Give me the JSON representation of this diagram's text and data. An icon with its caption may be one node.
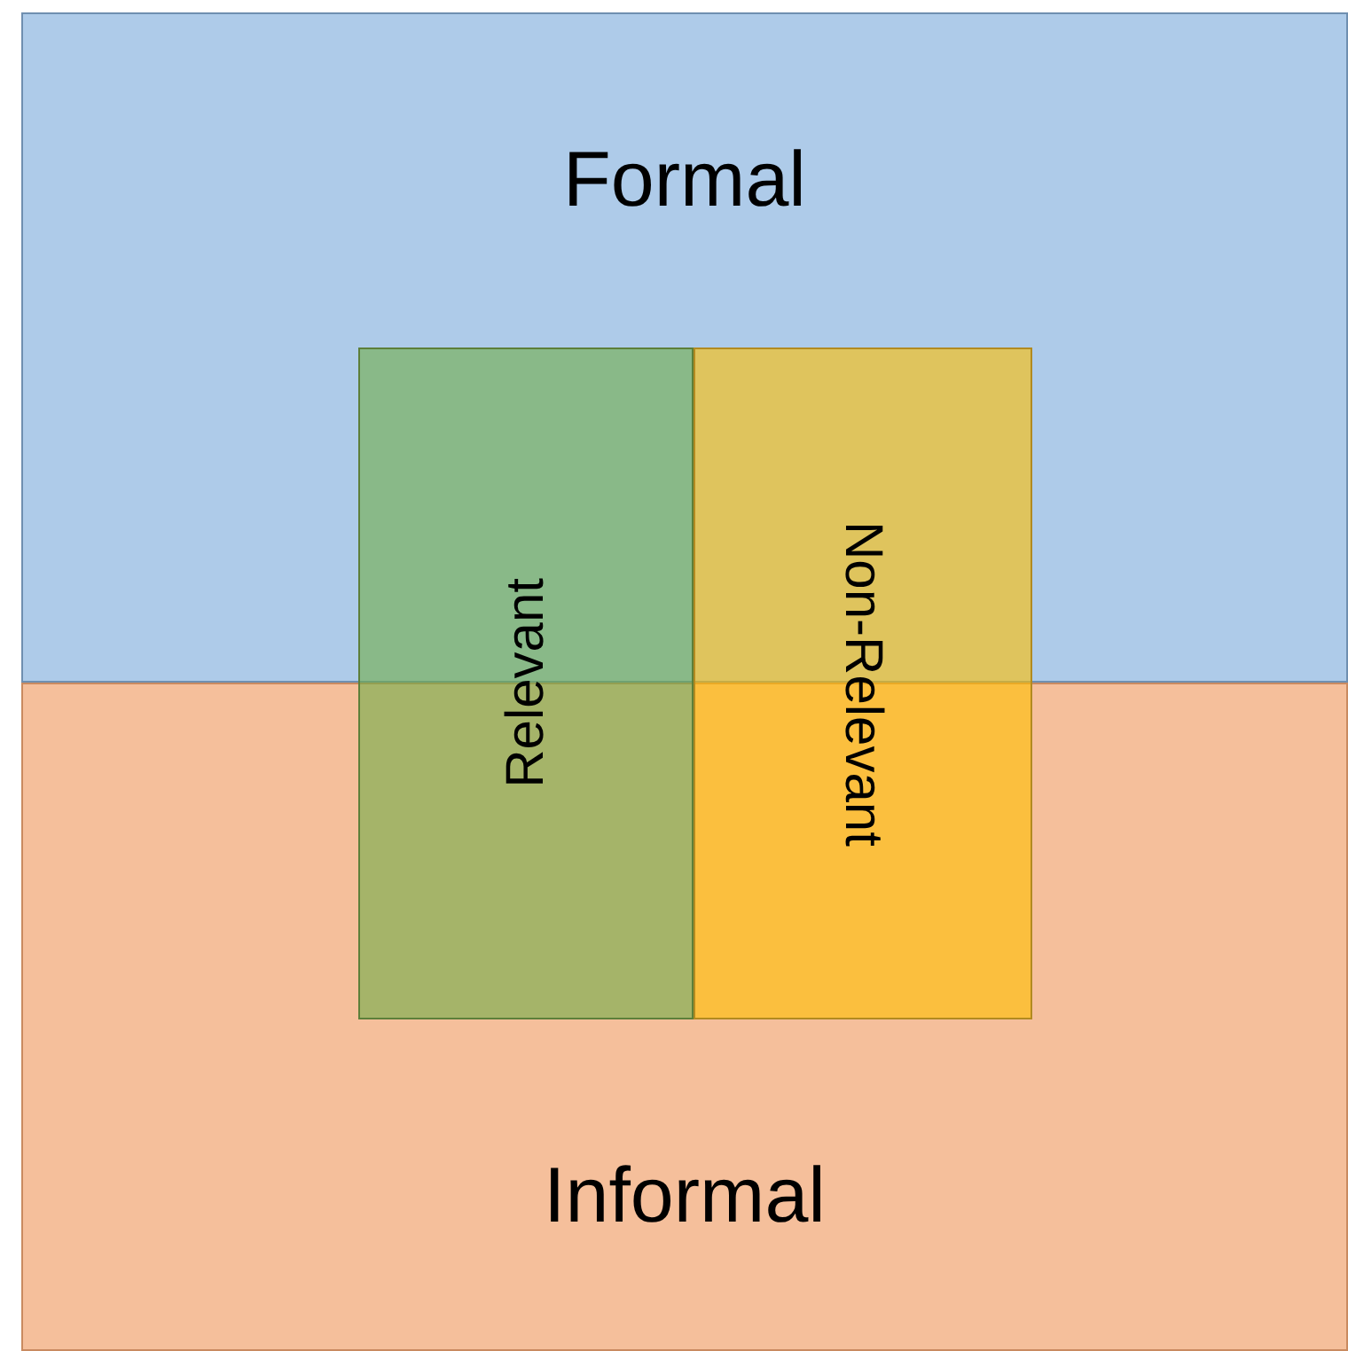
{
  "diagram": {
    "nodes": [
      {
        "text": [
          "Formal"
        ]
      },
      {
        "text": [
          "Informal"
        ]
      },
      {
        "text": [
          "Relevant"
        ]
      },
      {
        "text": [
          "Non-Relevant"
        ]
      }
    ]
  }
}
